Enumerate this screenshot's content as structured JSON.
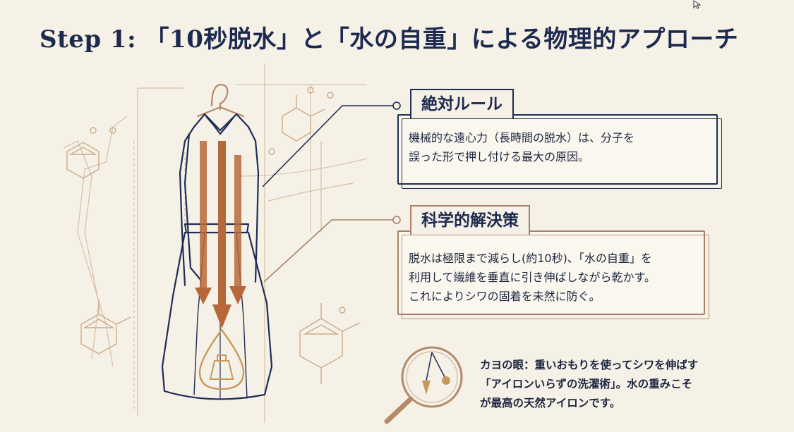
{
  "title": "Step 1: 「10秒脱水」と「水の自重」による物理的アプローチ",
  "cards": [
    {
      "heading": "絶対ルール",
      "lines": [
        "機械的な遠心力（長時間の脱水）は、分子を",
        "誤った形で押し付ける最大の原因。"
      ]
    },
    {
      "heading": "科学的解決策",
      "lines": [
        "脱水は極限まで減らし(約10秒)、「水の自重」を",
        "利用して繊維を垂直に引き伸ばしながら乾かす。",
        "これによりシワの固着を未然に防ぐ。"
      ]
    }
  ],
  "tip": {
    "lines": [
      "カヨの眼：重いおもりを使ってシワを伸ばす",
      "「アイロンいらずの洗濯術」。水の重みこそ",
      "が最高の天然アイロンです。"
    ],
    "icon": "magnifier-pendulum-icon"
  },
  "colors": {
    "navy": "#1f2d55",
    "bronze": "#a98065",
    "copper_arrow": "#b7683a",
    "gold": "#c79a5c",
    "background": "#f6f1e7"
  },
  "illustration": {
    "subject": "dress-on-hanger-icon",
    "drop_icon": "water-drop-weight-icon",
    "decor": "molecule-structure-icon"
  }
}
